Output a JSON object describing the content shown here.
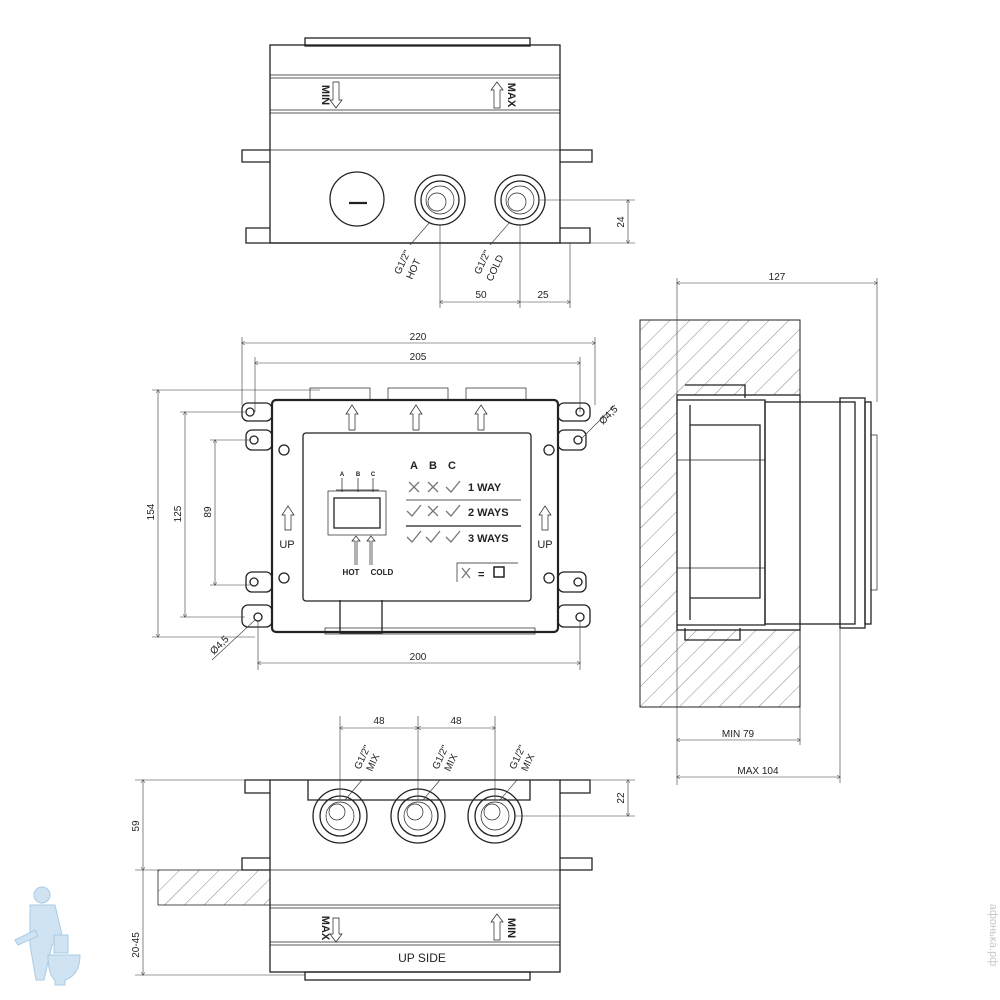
{
  "top_view": {
    "min_label": "MIN",
    "max_label": "MAX",
    "hot_size": "G1/2\"",
    "hot_label": "HOT",
    "cold_size": "G1/2\"",
    "cold_label": "COLD",
    "dim_hot_cold": "50",
    "dim_cold_edge": "25",
    "dim_height": "24"
  },
  "front_view": {
    "dim_overall_width": "220",
    "dim_flange_width": "205",
    "dim_hole_spacing": "200",
    "dim_overall_height": "154",
    "dim_flange_height": "125",
    "dim_inner_height": "89",
    "hole_dia_top": "Ø4,5",
    "hole_dia_bottom": "Ø4,5",
    "up_left": "UP",
    "up_right": "UP",
    "legend": {
      "cols": [
        "A",
        "B",
        "C"
      ],
      "mini_cols": [
        "A",
        "B",
        "C"
      ],
      "rows": [
        {
          "marks": [
            "x",
            "x",
            "check"
          ],
          "label": "1 WAY"
        },
        {
          "marks": [
            "check",
            "x",
            "check"
          ],
          "label": "2 WAYS"
        },
        {
          "marks": [
            "check",
            "check",
            "check"
          ],
          "label": "3 WAYS"
        }
      ],
      "hot": "HOT",
      "cold": "COLD",
      "plug_eq": "="
    }
  },
  "side_view": {
    "dim_depth": "127",
    "dim_min": "MIN 79",
    "dim_max": "MAX 104"
  },
  "bottom_view": {
    "dim_spacing_1": "48",
    "dim_spacing_2": "48",
    "outlet_size": "G1/2\"",
    "outlet_label": "MIX",
    "dim_depth": "59",
    "dim_wall": "20-45",
    "dim_outlet_height": "22",
    "up_side": "UP  SIDE",
    "max_label": "MAX",
    "min_label": "MIN"
  },
  "watermark": {
    "text": "афонька.рф"
  }
}
